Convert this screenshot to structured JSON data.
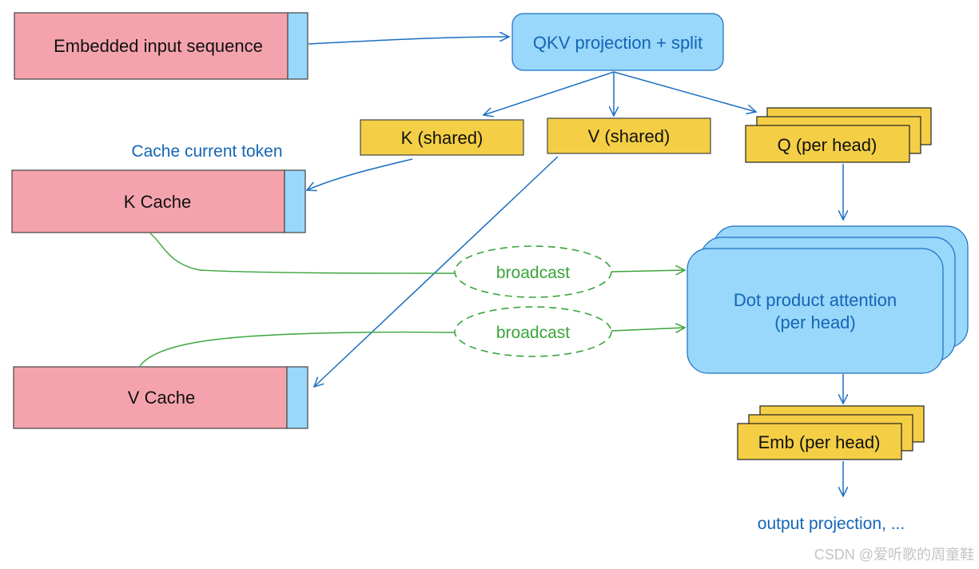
{
  "nodes": {
    "embedded_input": "Embedded input sequence",
    "qkv_projection": "QKV projection + split",
    "k_shared": "K (shared)",
    "v_shared": "V (shared)",
    "q_per_head": "Q (per head)",
    "k_cache": "K Cache",
    "v_cache": "V Cache",
    "attention_line1": "Dot product attention",
    "attention_line2": "(per head)",
    "emb_per_head": "Emb (per head)"
  },
  "labels": {
    "cache_current_token": "Cache current token",
    "broadcast_k": "broadcast",
    "broadcast_v": "broadcast",
    "output_projection": "output projection, ..."
  },
  "watermark": "CSDN @爱听歌的周童鞋",
  "colors": {
    "pink": "#f4a3ad",
    "light_blue": "#99d7fb",
    "yellow": "#f4cf45",
    "arrow_blue": "#1b6fc0",
    "text_blue": "#1565b5",
    "green": "#3aa43a"
  }
}
